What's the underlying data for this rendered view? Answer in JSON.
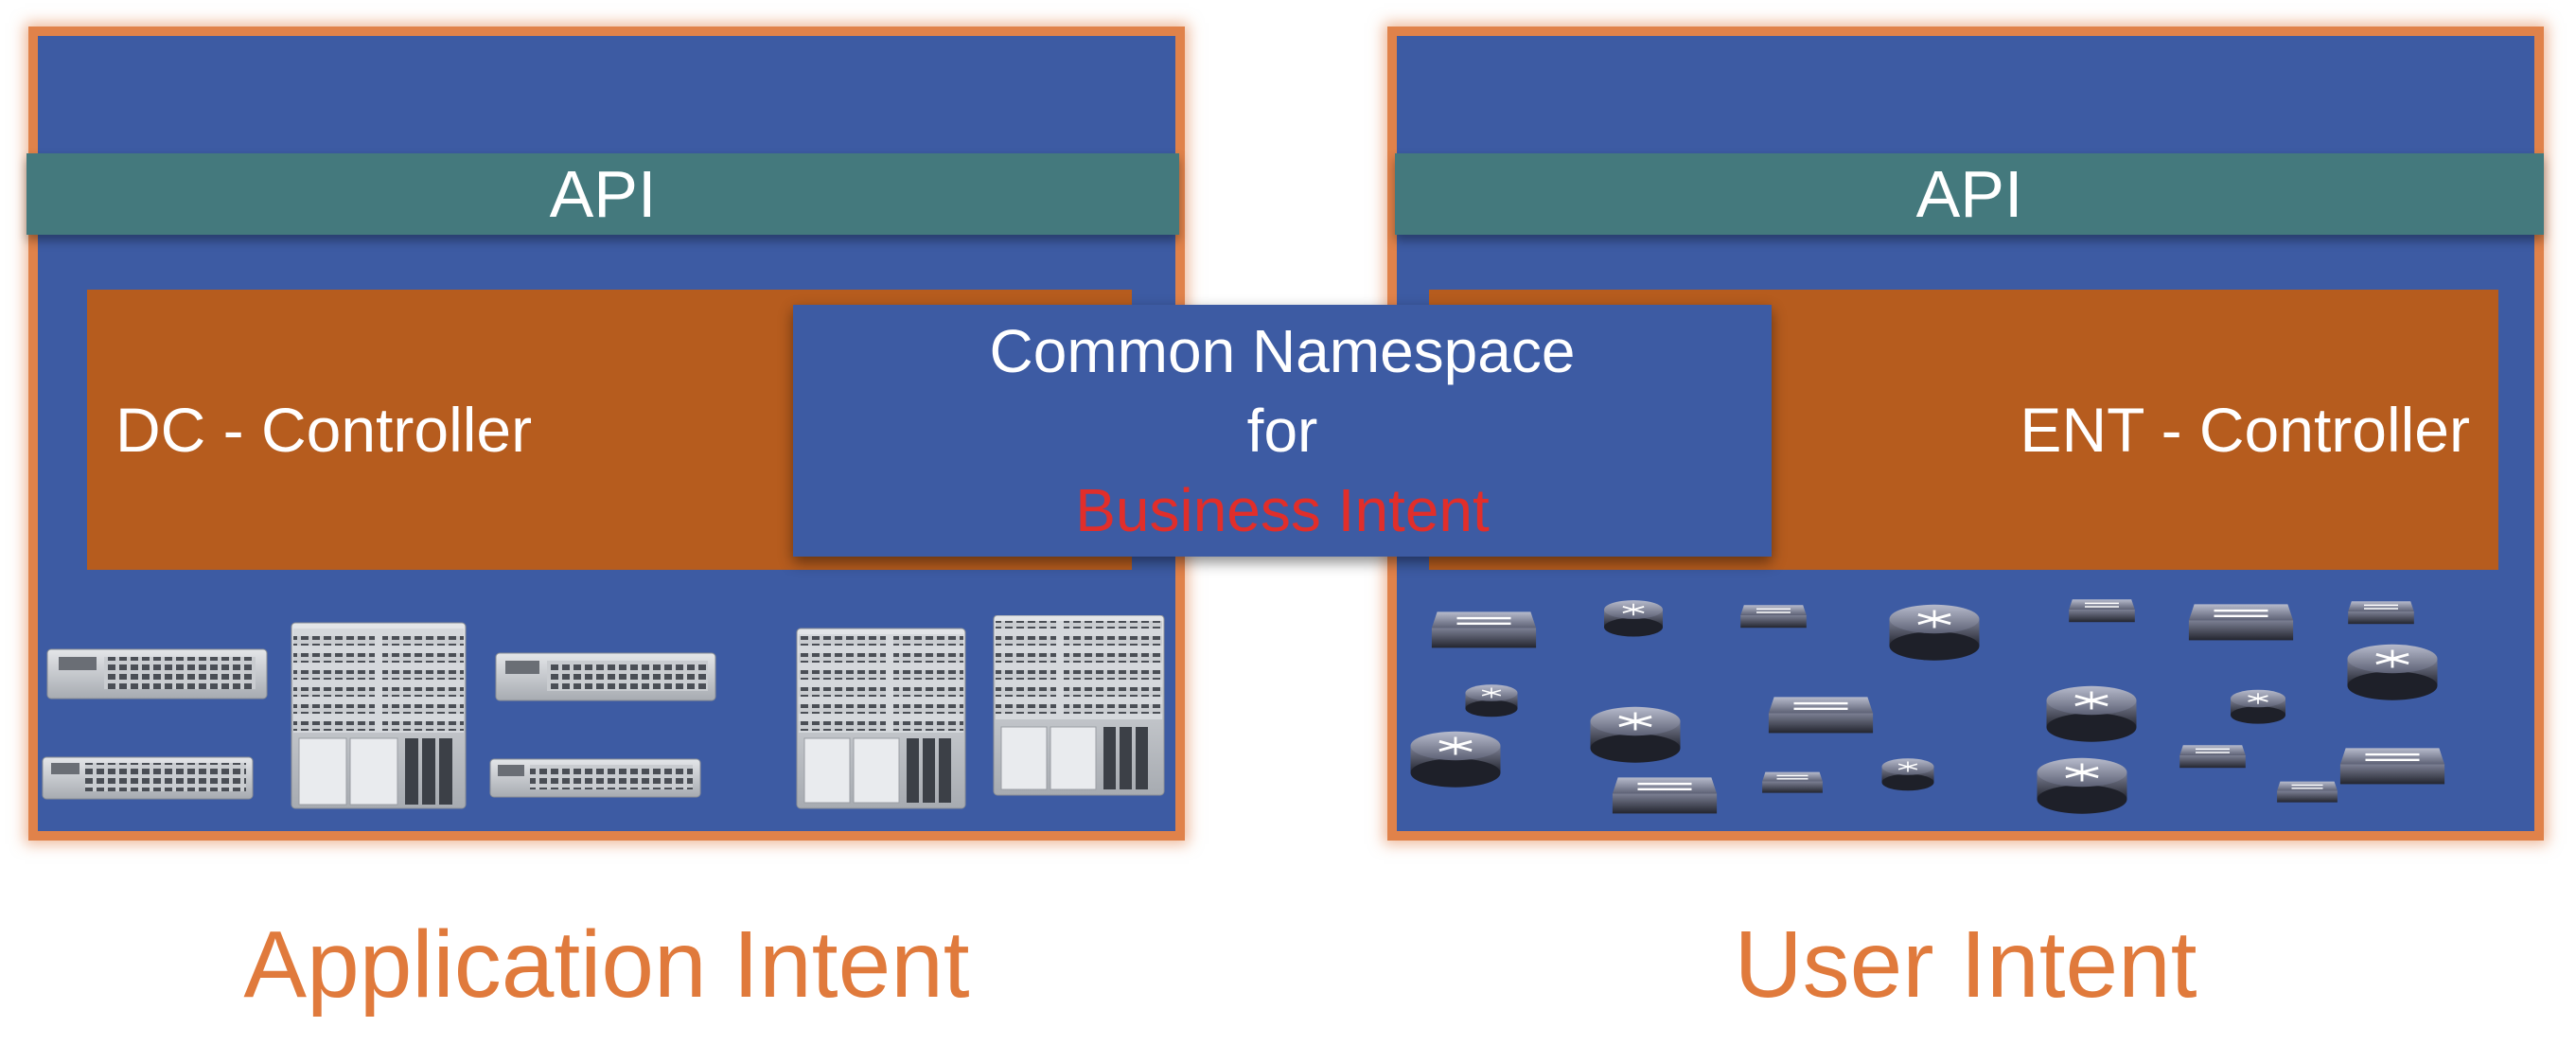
{
  "left_panel": {
    "api_label": "API",
    "controller_label": "DC - Controller",
    "caption": "Application Intent",
    "device_icon": "datacenter-switch-icon"
  },
  "right_panel": {
    "api_label": "API",
    "controller_label": "ENT - Controller",
    "caption": "User Intent",
    "device_icon": "enterprise-router-icon"
  },
  "namespace": {
    "line1": "Common Namespace",
    "line2": "for",
    "line3": "Business Intent"
  },
  "colors": {
    "panel_blue": "#3d5ba3",
    "panel_border": "#e0824a",
    "api_teal": "#44797d",
    "controller_orange": "#b65c1e",
    "business_intent_red": "#e12e2a",
    "caption_orange": "#e07a3c"
  }
}
